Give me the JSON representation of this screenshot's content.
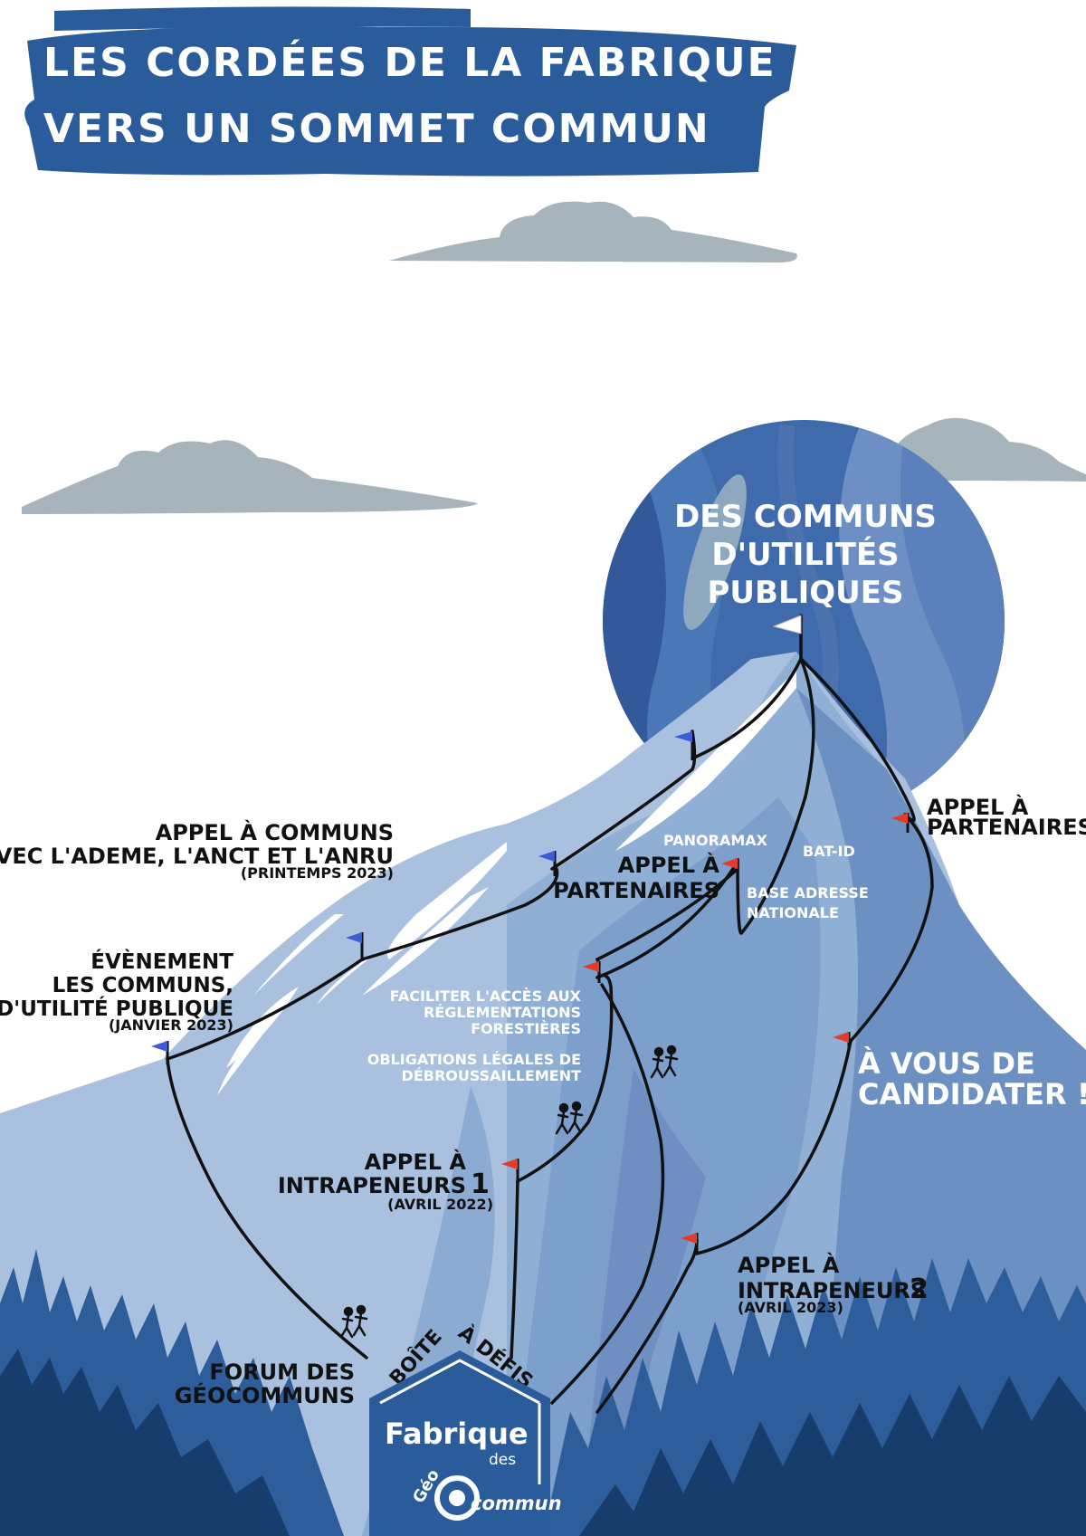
{
  "title": {
    "line1": "LES CORDÉES DE LA FABRIQUE",
    "line2": "VERS UN SOMMET COMMUN"
  },
  "summit": {
    "line1": "DES COMMUNS",
    "line2": "D'UTILITÉS",
    "line3": "PUBLIQUES"
  },
  "milestones": {
    "appel_communs": {
      "line1": "APPEL À COMMUNS",
      "line2": "AVEC L'ADEME, L'ANCT ET L'ANRU",
      "date": "(PRINTEMPS 2023)"
    },
    "evenement": {
      "line1": "ÉVÈNEMENT",
      "line2": "LES COMMUNS,",
      "line3": "D'UTILITÉ PUBLIQUE",
      "date": "(JANVIER 2023)"
    },
    "partenaires_center": {
      "line1": "APPEL À",
      "line2": "PARTENAIRES"
    },
    "partenaires_right": {
      "line1": "APPEL À",
      "line2": "PARTENAIRES"
    },
    "intrapreneurs1": {
      "line1": "APPEL À",
      "line2": "INTRAPENEURS",
      "num": "1",
      "date": "(AVRIL 2022)"
    },
    "intrapreneurs2": {
      "line1": "APPEL À",
      "line2": "INTRAPENEURS",
      "num": "2",
      "date": "(AVRIL 2023)"
    },
    "candidater": {
      "line1": "À VOUS DE",
      "line2": "CANDIDATER !"
    },
    "forum": {
      "line1": "FORUM DES",
      "line2": "GÉOCOMMUNS"
    }
  },
  "projects": {
    "panoramax": "PANORAMAX",
    "batid": "BAT-ID",
    "ban_line1": "BASE ADRESSE",
    "ban_line2": "NATIONALE",
    "foret_line1": "FACILITER L'ACCÈS AUX",
    "foret_line2": "RÉGLEMENTATIONS",
    "foret_line3": "FORESTIÈRES",
    "debrou_line1": "OBLIGATIONS LÉGALES DE",
    "debrou_line2": "DÉBROUSSAILLEMENT"
  },
  "boite": {
    "part1": "BOÎTE",
    "part2": "À DÉFIS"
  },
  "logo": {
    "word1": "Fabrique",
    "word2": "des",
    "word3": "Géo",
    "word4": "commun"
  },
  "colors": {
    "title_banner": "#2a5c9b",
    "cloud": "#a7b4bc",
    "planet": "#3f6aab",
    "mountain": "#8fb0d4",
    "mountain_dark": "#6d90c3",
    "snow": "#ffffff",
    "forest_light": "#2d5e9b",
    "forest_dark": "#183c6b",
    "flag_blue": "#3a5cd8",
    "flag_red": "#e43b2b"
  }
}
